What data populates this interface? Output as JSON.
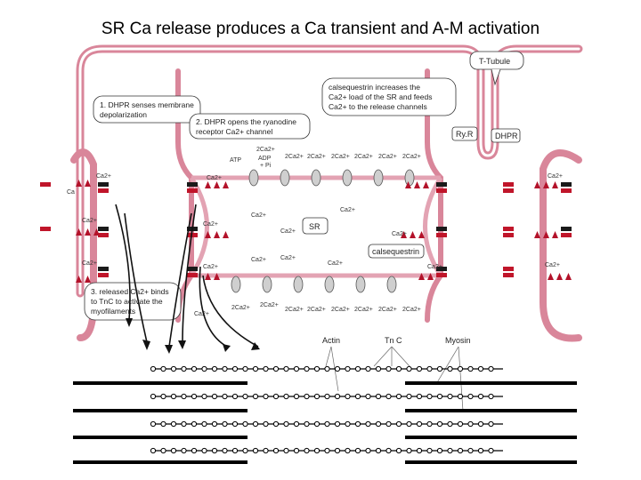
{
  "title": "SR Ca release produces a Ca transient and A-M activation",
  "labels": {
    "t_tubule": "T-Tubule",
    "ryr": "Ry.R",
    "dhpr": "DHPR",
    "sr": "SR",
    "calsequestrin": "calsequestrin",
    "actin": "Actin",
    "tnc": "Tn C",
    "myosin": "Myosin",
    "atp": "ATP",
    "adp": "ADP",
    "pi": "+ Pi"
  },
  "callouts": {
    "step1": [
      "1. DHPR senses membrane",
      "depolarization"
    ],
    "step2": [
      "2. DHPR opens the ryanodine",
      "receptor  Ca2+ channel"
    ],
    "calsequestrin_note": [
      "calsequestrin increases the",
      "Ca2+ load of the SR and feeds",
      "Ca2+ to the release channels"
    ],
    "step3": [
      "3. released Ca2+ binds",
      "to TnC to activate the",
      "myofilaments"
    ]
  },
  "ions": {
    "ca2": "Ca2+",
    "two_ca": "2Ca2+",
    "ca_short": "Ca"
  },
  "colors": {
    "membrane": "#d9869a",
    "membrane_dark": "#b8546e",
    "dhpr": "#1a1a1a",
    "ryr": "#c0152a",
    "pump": "#cccccc",
    "filament": "#000000"
  }
}
